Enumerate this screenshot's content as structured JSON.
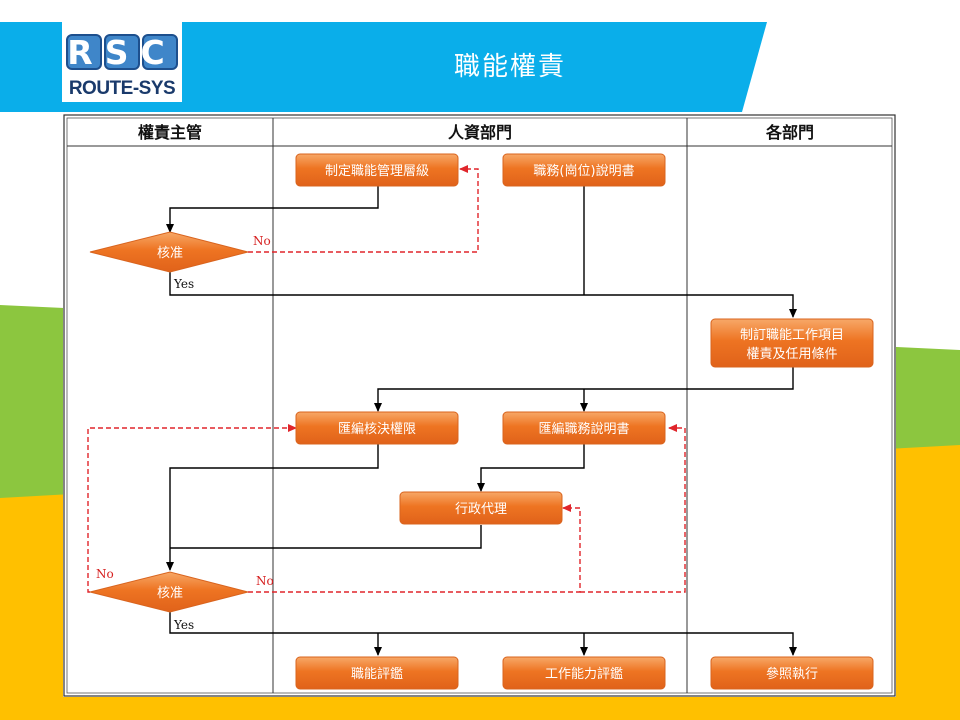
{
  "slide": {
    "title": "職能權責",
    "logo_text": "ROUTE-SYS",
    "logo_letters": "RSC"
  },
  "lanes": [
    {
      "label": "權責主管"
    },
    {
      "label": "人資部門"
    },
    {
      "label": "各部門"
    }
  ],
  "nodes": {
    "define_levels": "制定職能管理層級",
    "job_description": "職務(崗位)說明書",
    "approve_1": "核准",
    "define_items_line1": "制訂職能工作項目",
    "define_items_line2": "權責及任用條件",
    "compile_authority": "匯編核決權限",
    "compile_job_desc": "匯編職務說明書",
    "administrative_agent": "行政代理",
    "approve_2": "核准",
    "competency_eval": "職能評鑑",
    "work_ability_eval": "工作能力評鑑",
    "reference_execute": "參照執行"
  },
  "labels": {
    "no_1": "No",
    "yes_1": "Yes",
    "no_2a": "No",
    "no_2b": "No",
    "yes_2": "Yes"
  },
  "colors": {
    "banner": "#0AAEEA",
    "green_band": "#8CC63F",
    "yellow_band": "#FFC000",
    "node_fill": "#EE7422",
    "node_highlight": "#F6A265",
    "dashed_red": "#E0252B"
  }
}
